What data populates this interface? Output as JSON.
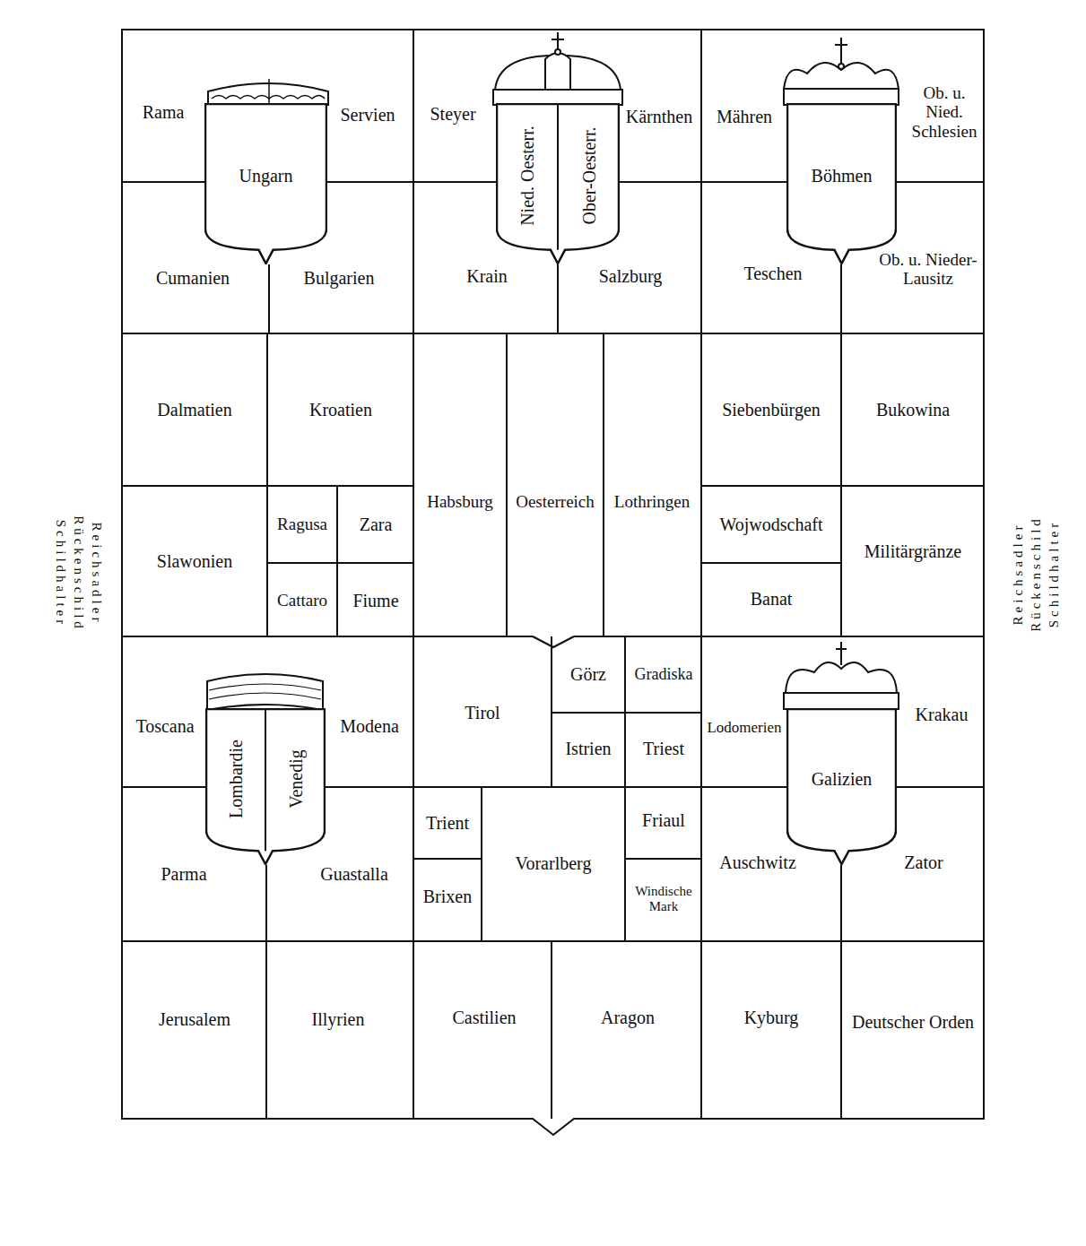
{
  "diagram": {
    "nodes": [
      {
        "text": [
          "Rama"
        ]
      },
      {
        "text": [
          "Servien"
        ]
      },
      {
        "text": [
          "Ungarn"
        ]
      },
      {
        "text": [
          "Cumanien"
        ]
      },
      {
        "text": [
          "Bulgarien"
        ]
      },
      {
        "text": [
          "Steyer"
        ]
      },
      {
        "text": [
          "Nied. Oesterr.",
          "Ober-Oesterr."
        ]
      },
      {
        "text": [
          "Kärnthen"
        ]
      },
      {
        "text": [
          "Krain"
        ]
      },
      {
        "text": [
          "Salzburg"
        ]
      },
      {
        "text": [
          "Mähren"
        ]
      },
      {
        "text": [
          "Ob. u. Nied. Schlesien"
        ]
      },
      {
        "text": [
          "Böhmen"
        ]
      },
      {
        "text": [
          "Teschen"
        ]
      },
      {
        "text": [
          "Ob. u. Nieder-Lausitz"
        ]
      },
      {
        "text": [
          "Dalmatien"
        ]
      },
      {
        "text": [
          "Kroatien"
        ]
      },
      {
        "text": [
          "Slawonien"
        ]
      },
      {
        "text": [
          "Ragusa"
        ]
      },
      {
        "text": [
          "Zara"
        ]
      },
      {
        "text": [
          "Cattaro"
        ]
      },
      {
        "text": [
          "Fiume"
        ]
      },
      {
        "text": [
          "Habsburg"
        ]
      },
      {
        "text": [
          "Oesterreich"
        ]
      },
      {
        "text": [
          "Lothringen"
        ]
      },
      {
        "text": [
          "Siebenbürgen"
        ]
      },
      {
        "text": [
          "Bukowina"
        ]
      },
      {
        "text": [
          "Wojwodschaft"
        ]
      },
      {
        "text": [
          "Militärgränze"
        ]
      },
      {
        "text": [
          "Banat"
        ]
      },
      {
        "text": [
          "Toscana"
        ]
      },
      {
        "text": [
          "Lombardie",
          "Venedig"
        ]
      },
      {
        "text": [
          "Modena"
        ]
      },
      {
        "text": [
          "Parma"
        ]
      },
      {
        "text": [
          "Guastalla"
        ]
      },
      {
        "text": [
          "Tirol"
        ]
      },
      {
        "text": [
          "Görz"
        ]
      },
      {
        "text": [
          "Gradiska"
        ]
      },
      {
        "text": [
          "Istrien"
        ]
      },
      {
        "text": [
          "Triest"
        ]
      },
      {
        "text": [
          "Trient"
        ]
      },
      {
        "text": [
          "Vorarlberg"
        ]
      },
      {
        "text": [
          "Friaul"
        ]
      },
      {
        "text": [
          "Brixen"
        ]
      },
      {
        "text": [
          "Windische Mark"
        ]
      },
      {
        "text": [
          "Lodomerien"
        ]
      },
      {
        "text": [
          "Krakau"
        ]
      },
      {
        "text": [
          "Galizien"
        ]
      },
      {
        "text": [
          "Auschwitz"
        ]
      },
      {
        "text": [
          "Zator"
        ]
      },
      {
        "text": [
          "Jerusalem"
        ]
      },
      {
        "text": [
          "Illyrien"
        ]
      },
      {
        "text": [
          "Castilien"
        ]
      },
      {
        "text": [
          "Aragon"
        ]
      },
      {
        "text": [
          "Kyburg"
        ]
      },
      {
        "text": [
          "Deutscher Orden"
        ]
      }
    ],
    "labels": [
      "Reichsadler",
      "Rückenschild",
      "Schildhalter",
      "Reichsadler",
      "Rückenschild",
      "Schildhalter"
    ]
  }
}
